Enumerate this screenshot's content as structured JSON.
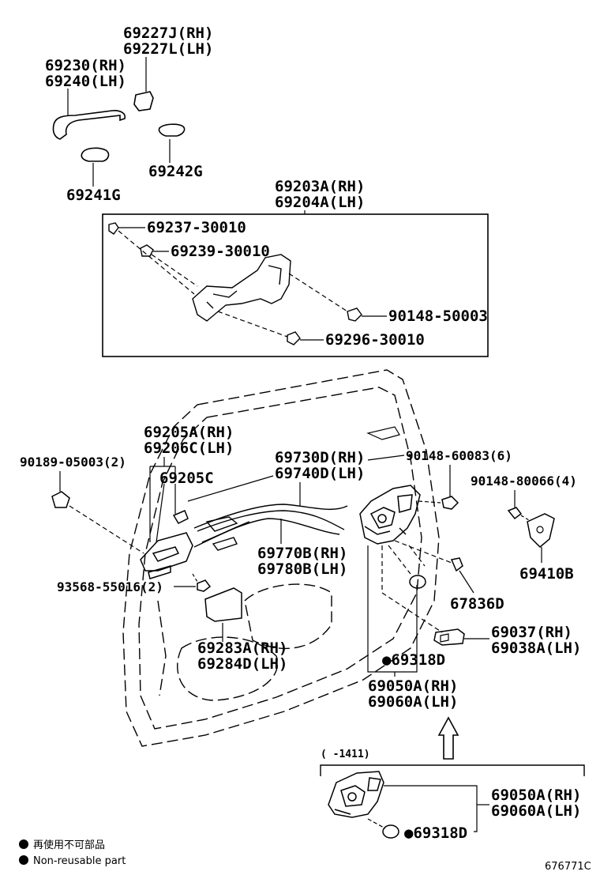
{
  "labels": {
    "p69227": [
      "69227J(RH)",
      "69227L(LH)"
    ],
    "p69230": [
      "69230(RH)",
      "69240(LH)"
    ],
    "p69242": "69242G",
    "p69241": "69241G",
    "p69203": [
      "69203A(RH)",
      "69204A(LH)"
    ],
    "p69237": "69237-30010",
    "p69239": "69239-30010",
    "p90148_50003": "90148-50003",
    "p69296": "69296-30010",
    "p69205": [
      "69205A(RH)",
      "69206C(LH)"
    ],
    "p69205c": "69205C",
    "p90189": "90189-05003(2)",
    "p69730": [
      "69730D(RH)",
      "69740D(LH)"
    ],
    "p90148_60083": "90148-60083(6)",
    "p90148_80066": "90148-80066(4)",
    "p69770": [
      "69770B(RH)",
      "69780B(LH)"
    ],
    "p69410": "69410B",
    "p93568": "93568-55016(2)",
    "p67836": "67836D",
    "p69037": [
      "69037(RH)",
      "69038A(LH)"
    ],
    "p69283": [
      "69283A(RH)",
      "69284D(LH)"
    ],
    "p69318": "●69318D",
    "p69050": [
      "69050A(RH)",
      "69060A(LH)"
    ],
    "range_note": "(     -1411)",
    "p69050b": [
      "69050A(RH)",
      "69060A(LH)"
    ],
    "p69318b": "●69318D"
  },
  "legend": {
    "jp": "再使用不可部品",
    "en": "Non-reusable part"
  },
  "diagram_id": "676771C"
}
